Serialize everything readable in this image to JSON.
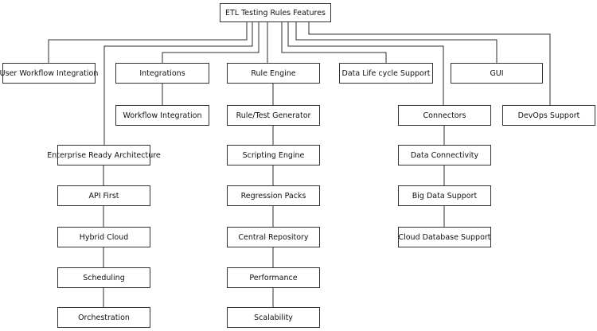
{
  "diagram": {
    "root": "ETL Testing Rules Features",
    "nodes": {
      "user_workflow_integration": "User Workflow Integration",
      "integrations": "Integrations",
      "workflow_integration": "Workflow Integration",
      "rule_engine": "Rule Engine",
      "rule_test_generator": "Rule/Test Generator",
      "scripting_engine": "Scripting Engine",
      "regression_packs": "Regression Packs",
      "central_repository": "Central Repository",
      "performance": "Performance",
      "scalability": "Scalability",
      "data_lifecycle_support": "Data Life cycle Support",
      "gui": "GUI",
      "connectors": "Connectors",
      "data_connectivity": "Data Connectivity",
      "big_data_support": "Big Data Support",
      "cloud_database_support": "Cloud Database Support",
      "devops_support": "DevOps Support",
      "enterprise_ready_architecture": "Enterprise Ready Architecture",
      "api_first": "API First",
      "hybrid_cloud": "Hybrid Cloud",
      "scheduling": "Scheduling",
      "orchestration": "Orchestration"
    }
  }
}
